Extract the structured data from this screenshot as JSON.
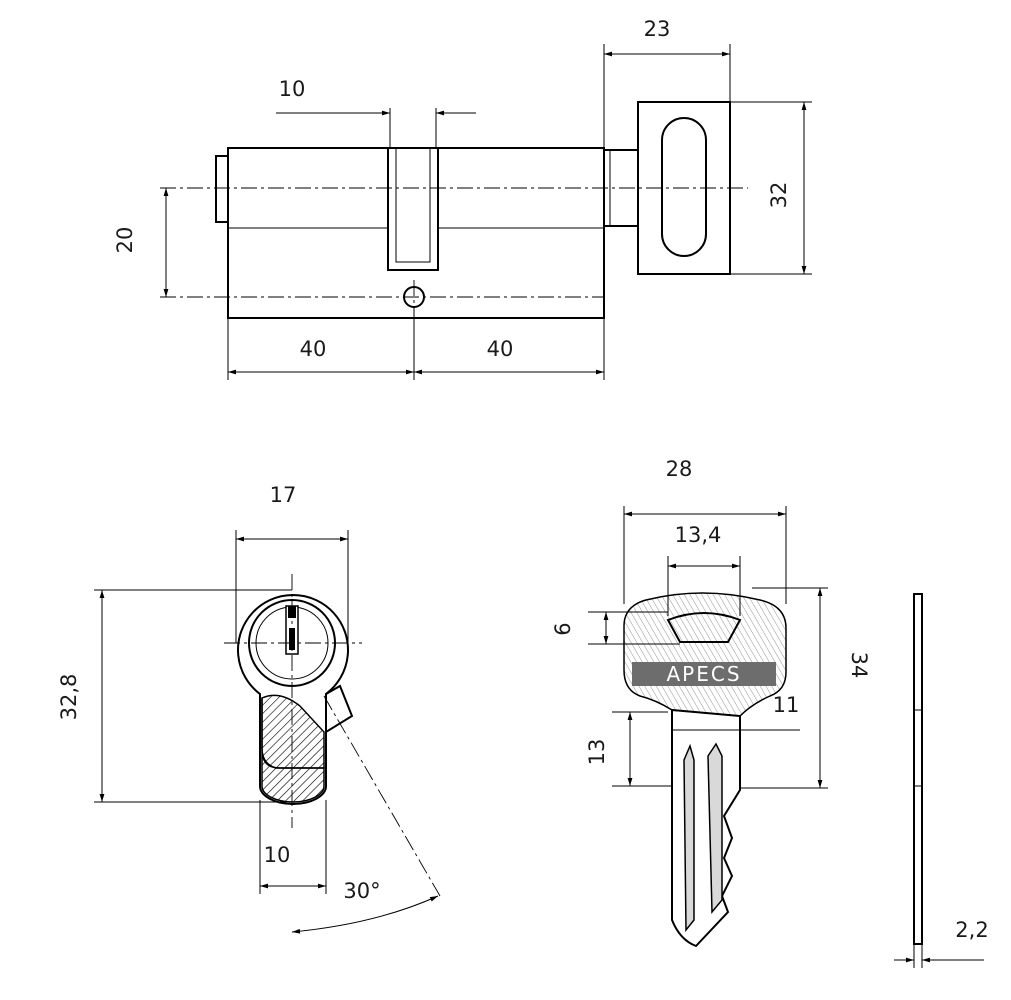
{
  "dimensions": {
    "top_view": {
      "knob_width": "23",
      "cam_slot_width": "10",
      "knob_height": "32",
      "axis_to_screw": "20",
      "left_length": "40",
      "right_length": "40"
    },
    "profile_view": {
      "width": "17",
      "height": "32,8",
      "lower_width": "10",
      "cam_angle": "30°"
    },
    "key_view": {
      "bow_width": "28",
      "inner_width": "13,4",
      "hole_height": "6",
      "overall_height": "34",
      "shoulder": "11",
      "blade_offset": "13",
      "thickness": "2,2"
    }
  },
  "key_brand": "APECS"
}
